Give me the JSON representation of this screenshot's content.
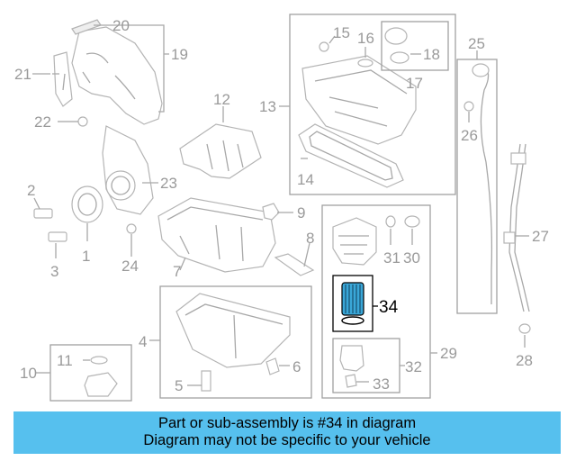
{
  "callouts": [
    "1",
    "2",
    "3",
    "4",
    "5",
    "6",
    "7",
    "8",
    "9",
    "10",
    "11",
    "12",
    "13",
    "14",
    "15",
    "16",
    "17",
    "18",
    "19",
    "20",
    "21",
    "22",
    "23",
    "24",
    "25",
    "26",
    "27",
    "28",
    "29",
    "30",
    "31",
    "32",
    "33",
    "34"
  ],
  "highlighted_callout": "34",
  "colors": {
    "caption_background": "#56c0ee",
    "highlight_part": "#3aa7d8",
    "line": "#a8a8a8"
  },
  "caption": {
    "line1": "Part or sub-assembly is #34 in diagram",
    "line2": "Diagram may not be specific to your vehicle"
  }
}
